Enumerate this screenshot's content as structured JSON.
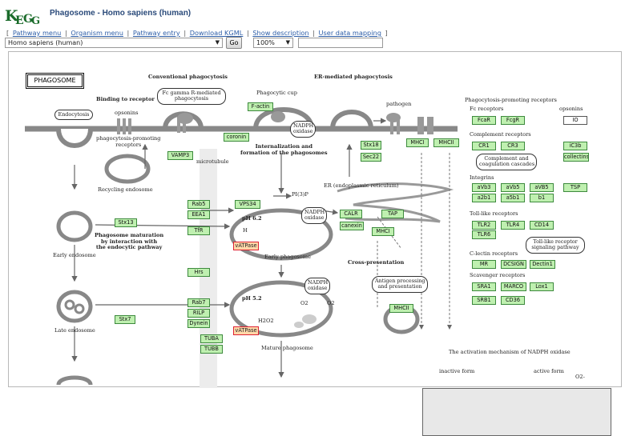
{
  "header": {
    "logo": "KEGG",
    "title": "Phagosome - Homo sapiens (human)"
  },
  "menu": {
    "items": [
      "Pathway menu",
      "Organism menu",
      "Pathway entry",
      "Download KGML",
      "Show description",
      "User data mapping"
    ]
  },
  "controls": {
    "organism_value": "Homo sapiens (human)",
    "go_label": "Go",
    "zoom_value": "100%",
    "search_value": ""
  },
  "map": {
    "title": "PHAGOSOME",
    "labels": {
      "conventional": "Conventional phagocytosis",
      "er_mediated": "ER-mediated phagocytosis",
      "binding": "Binding to receptor",
      "endocytosis": "Endocytosis",
      "opsonins": "opsonins",
      "phagocytosis_promoting": "phagocytosis-promoting\nreceptors",
      "fc_gamma": "Fc gamma R-mediated\nphagocytosis",
      "phagocytic_cup": "Phagocytic cup",
      "pathogen": "pathogen",
      "nadph_oxidase": "NADPH\noxidase",
      "internalization": "Internalization and\nformation of the phagosomes",
      "microtubule": "microtubule",
      "recycling_endosome": "Recycling endosome",
      "er": "ER (endoplasmic reticulum)",
      "pi3p": "PI(3)P",
      "ph62": "pH 6.2",
      "ph52": "pH 5.2",
      "nadph_oxidase2": "NADPH\noxidase",
      "nadph_oxidase3": "NADPH\noxidase",
      "maturation": "Phagosome maturation\nby interaction with\nthe endocytic pathway",
      "early_endosome": "Early endosome",
      "early_phagosome": "Early phagosome",
      "late_endosome": "Late endosome",
      "mature_phagosome": "Mature phagosome",
      "cross_presentation": "Cross-presentation",
      "antigen": "Antigen processing\nand presentation",
      "o2a": "O2",
      "o2b": "O2",
      "h2o2": "H2O2",
      "h_plus": "H",
      "pp_receptors": "Phagocytosis-promoting receptors",
      "fc_receptors": "Fc receptors",
      "opsonins_right": "opsonins",
      "complement_receptors": "Complement receptors",
      "complement_box": "Complement and\ncoagulation cascades",
      "integrins": "Integrins",
      "tlr_receptors": "Toll-like receptors",
      "tlr_box": "Toll-like receptor\nsignaling pathway",
      "clectin": "C-lectin receptors",
      "scavenger": "Scavenger receptors",
      "mech_title": "The activation mechanism of NADPH oxidase",
      "inactive": "inactive form",
      "active": "active form",
      "o2_small": "O2-"
    },
    "genes": {
      "vamp3": "VAMP3",
      "coronin": "coronin",
      "factin": "F-actin",
      "stx18": "Stx18",
      "sec22": "Sec22",
      "mhci_1": "MHCI",
      "mhcii_1": "MHCII",
      "rab5": "Rab5",
      "eea1": "EEA1",
      "vps34": "VPS34",
      "tfr": "TfR",
      "stx13": "Stx13",
      "calr": "CALR",
      "tap": "TAP",
      "canexin": "canexin",
      "mhci_2": "MHCI",
      "vatpase1": "vATPase",
      "vatpase2": "vATPase",
      "hrs": "Hrs",
      "rab7": "Rab7",
      "rilp": "RILP",
      "dynein": "Dynein",
      "stx7": "Stx7",
      "tuba": "TUBA",
      "tubb": "TUBB",
      "mhcii_2": "MHCII",
      "fcar": "FcaR",
      "fcgr": "FcgR",
      "io": "IO",
      "cr1": "CR1",
      "cr3": "CR3",
      "ic3b": "iC3b",
      "collectins": "collectins",
      "avb3": "aVb3",
      "avb5": "aVb5",
      "avb5b": "aVB5",
      "tsp": "TSP",
      "a2b1": "a2b1",
      "a5b1": "a5b1",
      "b1": "b1",
      "tlr2": "TLR2",
      "tlr4": "TLR4",
      "cd14": "CD14",
      "tlr6": "TLR6",
      "mr": "MR",
      "dcsign": "DCSIGN",
      "dectin": "Dectin1",
      "sra1": "SRA1",
      "marco": "MARCO",
      "lox1": "Lox1",
      "srb1": "SRB1",
      "cd36": "CD36"
    }
  }
}
